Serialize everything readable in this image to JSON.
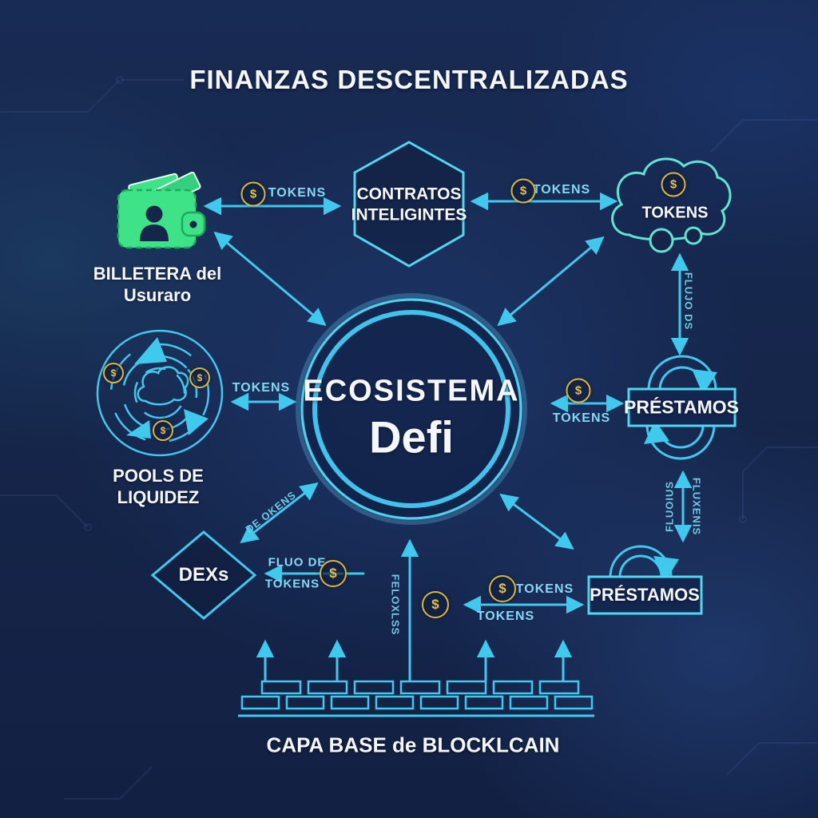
{
  "title": "FINANZAS DESCENTRALIZADAS",
  "center": {
    "line1": "ECOSISTEMA",
    "line2": "Defi"
  },
  "nodes": {
    "contracts": {
      "label": "CONTRATOS INTELIGINTES"
    },
    "wallet": {
      "label": "BILLETERA del Usuraro"
    },
    "tokens": {
      "label": "TOKENS"
    },
    "pools": {
      "label": "POOLS DE LIQUIDEZ"
    },
    "dexs": {
      "label": "DEXs"
    },
    "lending_right": {
      "label": "PRÉSTAMOS"
    },
    "lending_bottom": {
      "label": "PRÉSTAMOS"
    },
    "blockchain": {
      "label": "CAPA BASE de BLOCKLCAIN"
    }
  },
  "edge_labels": {
    "wallet_contracts": "TOKENS",
    "contracts_tokens": "TOKENS",
    "pools_center": "TOKENS",
    "center_lending": "TOKENS",
    "tokens_lending_flow": "FLUJO DS",
    "dexs_flow_line1": "FLUO DE",
    "dexs_flow_line2": "TOKENS",
    "dexs_center_flow": "DE OKENS",
    "base_center_flow": "FELOXLSS",
    "lending_pair_left": "FLUOIUS",
    "lending_pair_right": "FLUXENIS",
    "bottom_tokens_upper": "TOKENS",
    "bottom_tokens_lower": "TOKENS"
  },
  "icons": {
    "dollar": "$"
  },
  "colors": {
    "background": "#16284e",
    "accent_cyan": "#3fc9ec",
    "teal": "#5fe3d2",
    "gold": "#d9b642",
    "green": "#3ee287",
    "text": "#f3f7fb"
  }
}
